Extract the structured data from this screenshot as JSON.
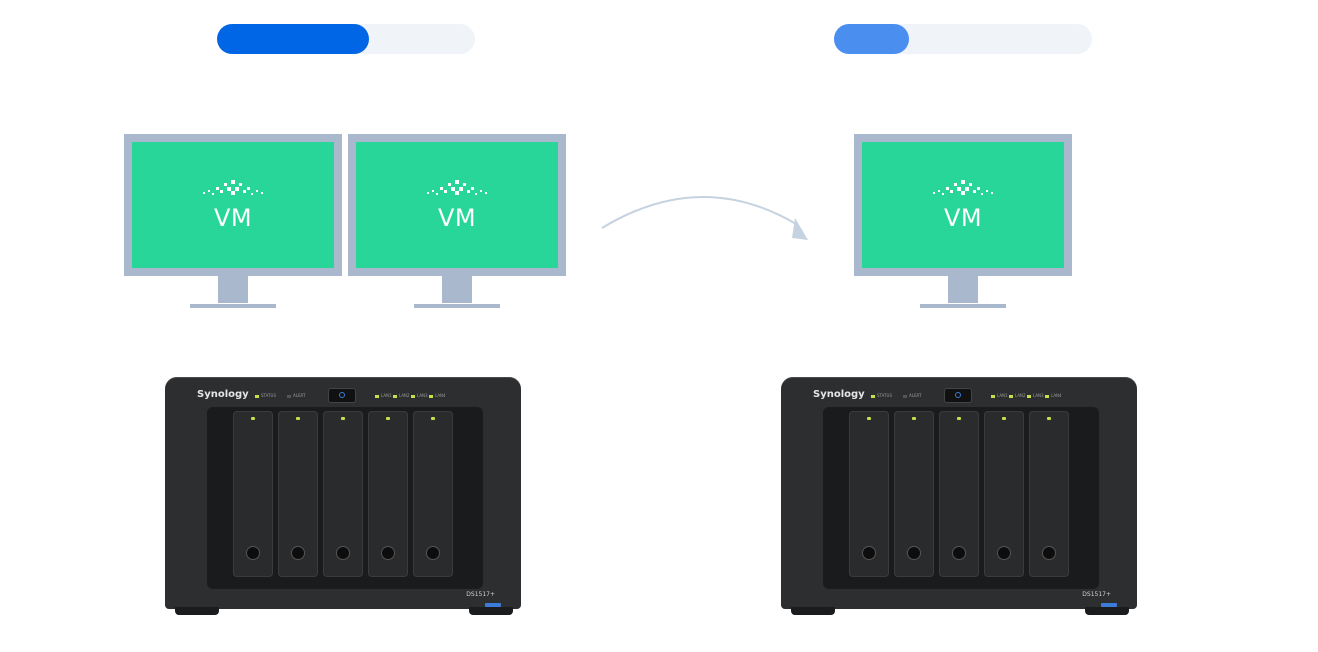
{
  "left_panel": {
    "progress": {
      "fraction": 0.59,
      "fill_color": "#0066e6",
      "track_color": "#f0f4f8"
    },
    "vm_labels": [
      "VM",
      "VM"
    ],
    "nas": {
      "brand": "Synology",
      "model": "DS1517+",
      "indicators": [
        "STATUS",
        "ALERT",
        "LAN1",
        "LAN2",
        "LAN3",
        "LAN4"
      ]
    }
  },
  "right_panel": {
    "progress": {
      "fraction": 0.29,
      "fill_color": "#4a8ef0",
      "track_color": "#f0f4f8"
    },
    "vm_labels": [
      "VM"
    ],
    "nas": {
      "brand": "Synology",
      "model": "DS1517+",
      "indicators": [
        "STATUS",
        "ALERT",
        "LAN1",
        "LAN2",
        "LAN3",
        "LAN4"
      ]
    }
  },
  "colors": {
    "screen": "#29d699",
    "monitor_frame": "#a9b8cc",
    "arrow": "#c5d2e0",
    "nas_body": "#2c2e30"
  },
  "arrow": {
    "icon": "curved-arrow-icon"
  }
}
